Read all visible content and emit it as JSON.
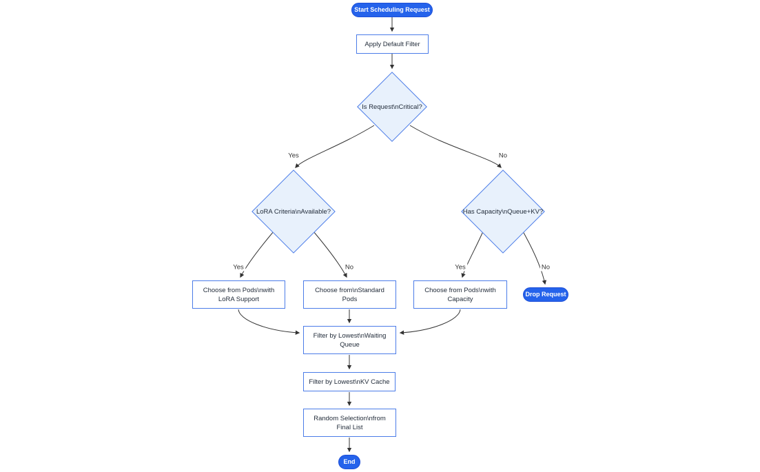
{
  "colors": {
    "accent": "#2563eb",
    "accent-dark": "#1d4ed8",
    "node-border": "#4a7be8",
    "diamond-fill": "#e8f1fc",
    "node-text": "#1f2937",
    "arrow": "#333333",
    "canvas-bg": "#ffffff"
  },
  "nodes": {
    "start": {
      "lines": [
        "Start Scheduling Request"
      ]
    },
    "apply_default_filter": {
      "lines": [
        "Apply Default Filter"
      ]
    },
    "is_request_critical": {
      "lines": [
        "Is Request\\nCritical?"
      ]
    },
    "lora_criteria_available": {
      "lines": [
        "LoRA Criteria\\nAvailable?"
      ]
    },
    "has_capacity_queue_kv": {
      "lines": [
        "Has Capacity\\nQueue+KV?"
      ]
    },
    "choose_pods_lora": {
      "lines": [
        "Choose from Pods\\nwith",
        "LoRA Support"
      ]
    },
    "choose_standard_pods": {
      "lines": [
        "Choose from\\nStandard",
        "Pods"
      ]
    },
    "choose_pods_capacity": {
      "lines": [
        "Choose from Pods\\nwith",
        "Capacity"
      ]
    },
    "drop_request": {
      "lines": [
        "Drop Request"
      ]
    },
    "filter_lowest_waiting_queue": {
      "lines": [
        "Filter by Lowest\\nWaiting",
        "Queue"
      ]
    },
    "filter_lowest_kv_cache": {
      "lines": [
        "Filter by Lowest\\nKV Cache"
      ]
    },
    "random_selection_final_list": {
      "lines": [
        "Random Selection\\nfrom",
        "Final List"
      ]
    },
    "end": {
      "lines": [
        "End"
      ]
    }
  },
  "edge_labels": {
    "critical_yes": "Yes",
    "critical_no": "No",
    "lora_yes": "Yes",
    "lora_no": "No",
    "capacity_yes": "Yes",
    "capacity_no": "No"
  }
}
